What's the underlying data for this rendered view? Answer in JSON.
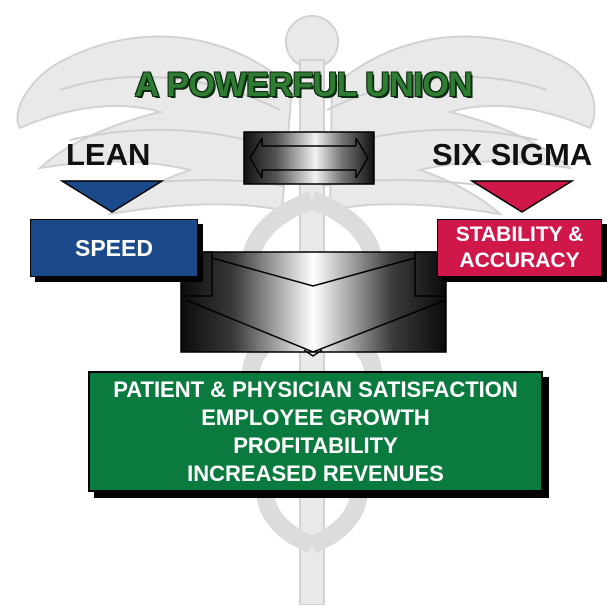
{
  "title": "A POWERFUL UNION",
  "left": {
    "heading": "LEAN",
    "box_label": "SPEED",
    "arrow_color": "#1a4a8a",
    "box_color": "#1a4a8a"
  },
  "right": {
    "heading": "SIX SIGMA",
    "box_label": "STABILITY &\nACCURACY",
    "arrow_color": "#d0174a",
    "box_color": "#d0174a"
  },
  "result": {
    "lines": [
      "PATIENT & PHYSICIAN SATISFACTION",
      "EMPLOYEE GROWTH",
      "PROFITABILITY",
      "INCREASED REVENUES"
    ],
    "box_color": "#0b7a3e"
  },
  "watermark_icon": "caduceus-icon",
  "connector_icons": [
    "double-arrow-icon",
    "merge-arrow-icon"
  ],
  "colors": {
    "title": "#2e7d32",
    "watermark": "#e6e6e6"
  }
}
